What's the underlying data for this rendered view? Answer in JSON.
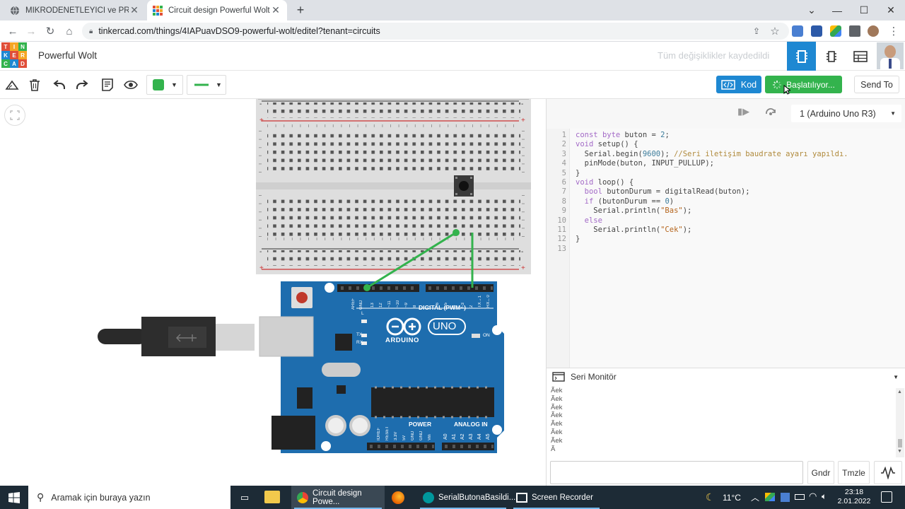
{
  "browser": {
    "tabs": [
      {
        "title": "MİKRODENETLEYİCİ ve PROGRAM",
        "active": false
      },
      {
        "title": "Circuit design Powerful Wolt | Tin",
        "active": true
      }
    ],
    "new_tab": "+",
    "url": "tinkercad.com/things/4IAPuavDSO9-powerful-wolt/editel?tenant=circuits"
  },
  "app": {
    "logo_letters": [
      "T",
      "I",
      "N",
      "K",
      "E",
      "R",
      "C",
      "A",
      "D"
    ],
    "project_title": "Powerful Wolt",
    "save_status": "Tüm değişiklikler kaydedildi"
  },
  "toolbar": {
    "color_swatch": "#33b34d",
    "kod_label": "Kod",
    "start_label": "Başlatılıyor...",
    "send_label": "Send To"
  },
  "code_panel": {
    "board": "1 (Arduino Uno R3)",
    "line_numbers": [
      "1",
      "2",
      "3",
      "4",
      "5",
      "6",
      "7",
      "8",
      "9",
      "10",
      "11",
      "12",
      "13"
    ],
    "lines": [
      "const byte buton = 2;",
      "void setup() {",
      "  Serial.begin(9600); //Seri iletişim baudrate ayarı yapıldı.",
      "  pinMode(buton, INPUT_PULLUP);",
      "}",
      "void loop() {",
      "  bool butonDurum = digitalRead(buton);",
      "  if (butonDurum == 0)",
      "    Serial.println(\"Bas\");",
      "  else",
      "    Serial.println(\"Cek\");",
      "}",
      ""
    ]
  },
  "serial": {
    "title": "Seri Monitör",
    "output": [
      "Ãek",
      "Ãek",
      "Ãek",
      "Ãek",
      "Ãek",
      "Ãek",
      "Ãek",
      "Ã"
    ],
    "send_label": "Gndr",
    "clear_label": "Tmzle"
  },
  "board": {
    "brand": "ARDUINO",
    "model": "UNO",
    "digital_label": "DIGITAL (PWM~)",
    "power_label": "POWER",
    "analog_label": "ANALOG IN",
    "aref": "AREF",
    "gnd": "GND",
    "led_l": "L",
    "led_tx": "TX",
    "led_rx": "RX",
    "led_on": "ON",
    "digital_pins": [
      "13",
      "12",
      "~11",
      "~10",
      "~9",
      "8",
      "7",
      "~6",
      "~5",
      "4",
      "~3",
      "2",
      "TX→1",
      "RX←0"
    ],
    "power_pins": [
      "IOREF",
      "RESET",
      "3.3V",
      "5V",
      "GND",
      "GND",
      "Vin"
    ],
    "analog_pins": [
      "A0",
      "A1",
      "A2",
      "A3",
      "A4",
      "A5"
    ]
  },
  "taskbar": {
    "search_placeholder": "Aramak için buraya yazın",
    "apps": [
      {
        "label": "Circuit design Powe...",
        "active": true
      },
      {
        "label": "SerialButonaBasildi...",
        "active": false
      },
      {
        "label": "Screen Recorder",
        "active": false
      }
    ],
    "weather": "11°C",
    "time": "23:18",
    "date": "2.01.2022"
  }
}
